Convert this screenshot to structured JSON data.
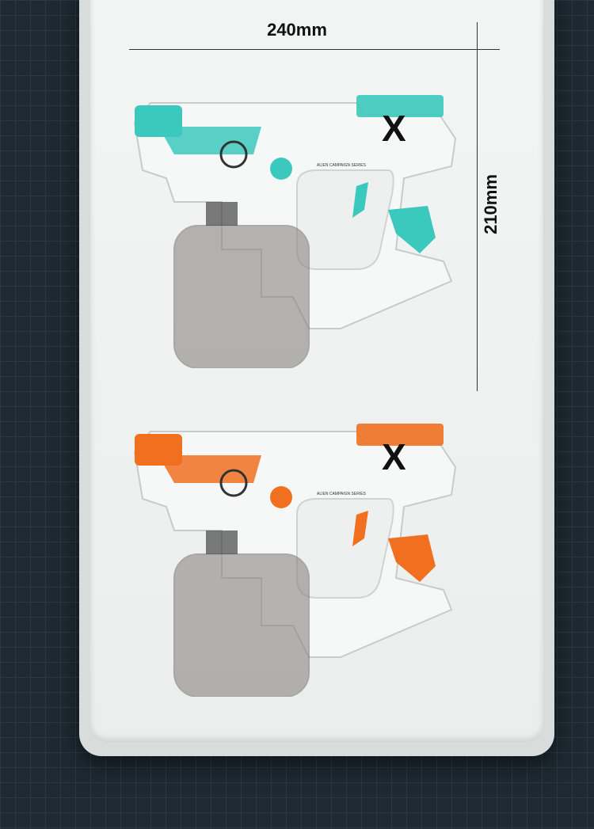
{
  "dimensions": {
    "width_label": "240mm",
    "height_label": "210mm"
  },
  "products": [
    {
      "variant": "teal",
      "accent": "#3cc9bd",
      "logo_text": "ALIEN CAMPAIGN SERIES"
    },
    {
      "variant": "orange",
      "accent": "#f07020",
      "logo_text": "ALIEN CAMPAIGN SERIES"
    }
  ]
}
